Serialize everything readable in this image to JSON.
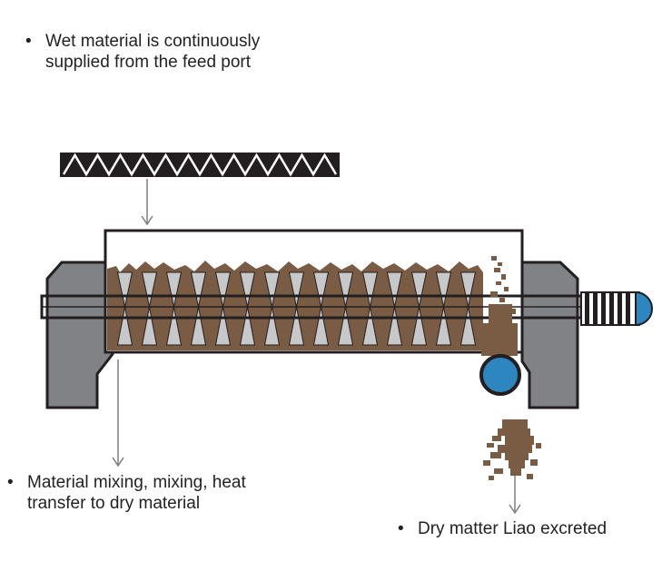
{
  "captions": {
    "feed": {
      "bullet": "•",
      "line1": "Wet material is continuously",
      "line2": "supplied from the feed port"
    },
    "mixing": {
      "bullet": "•",
      "line1": "Material mixing, mixing, heat",
      "line2": "transfer to dry material"
    },
    "discharge": {
      "bullet": "•",
      "line1": "Dry matter Liao excreted"
    }
  },
  "colors": {
    "housing": "#808285",
    "material": "#7a5c45",
    "blade": "#c7c8ca",
    "outline": "#231f20",
    "roller": "#2e86c1",
    "arrow": "#7f7f7f"
  }
}
